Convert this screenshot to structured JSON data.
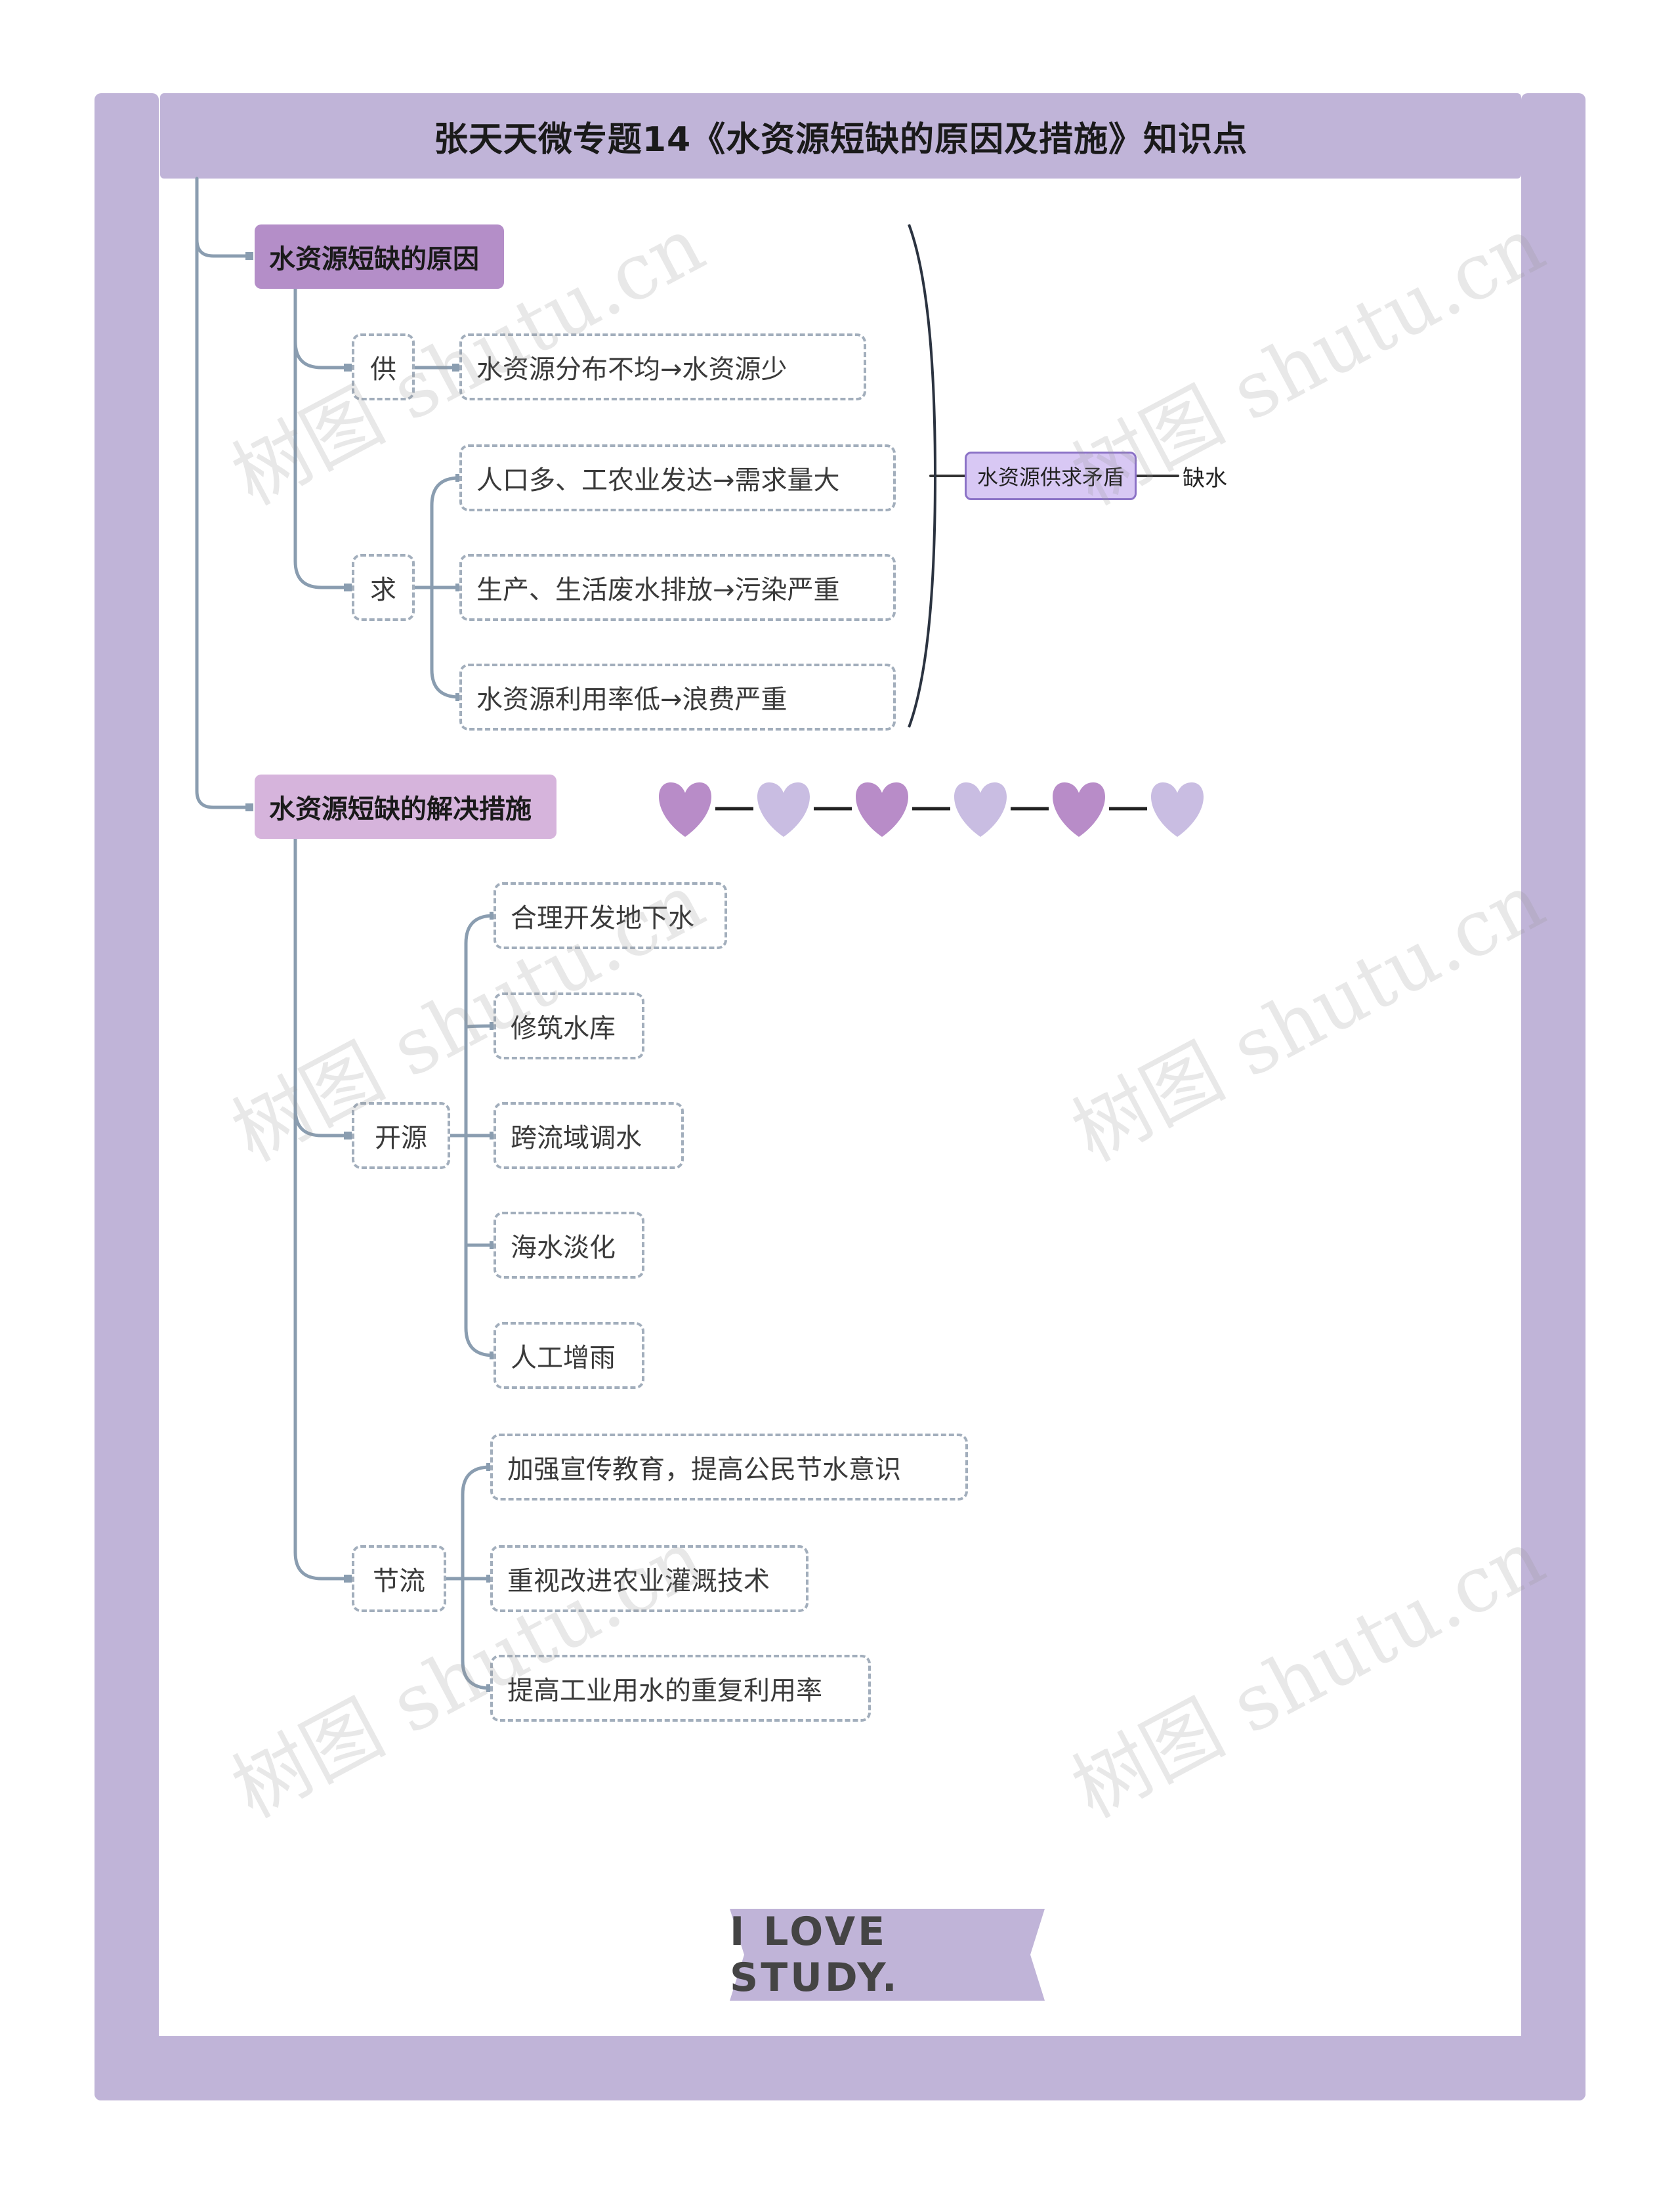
{
  "title": "张天天微专题14《水资源短缺的原因及措施》知识点",
  "causes": {
    "label": "水资源短缺的原因",
    "supply": {
      "label": "供",
      "items": [
        "水资源分布不均→水资源少"
      ]
    },
    "demand": {
      "label": "求",
      "items": [
        "人口多、工农业发达→需求量大",
        "生产、生活废水排放→污染严重",
        "水资源利用率低→浪费严重"
      ]
    },
    "summary": "水资源供求矛盾",
    "result": "缺水"
  },
  "measures": {
    "label": "水资源短缺的解决措施",
    "open_source": {
      "label": "开源",
      "items": [
        "合理开发地下水",
        "修筑水库",
        "跨流域调水",
        "海水淡化",
        "人工增雨"
      ]
    },
    "throttle": {
      "label": "节流",
      "items": [
        "加强宣传教育，提高公民节水意识",
        "重视改进农业灌溉技术",
        "提高工业用水的重复利用率"
      ]
    }
  },
  "banner": "I LOVE STUDY.",
  "watermark": "树图 shutu.cn",
  "colors": {
    "frame": "#c0b4d8",
    "main_node_1": "#b48ec8",
    "main_node_2": "#d6b4dc",
    "connector": "#8a9db0",
    "heart_dark": "#b88cc8",
    "heart_light": "#c9bde2"
  }
}
